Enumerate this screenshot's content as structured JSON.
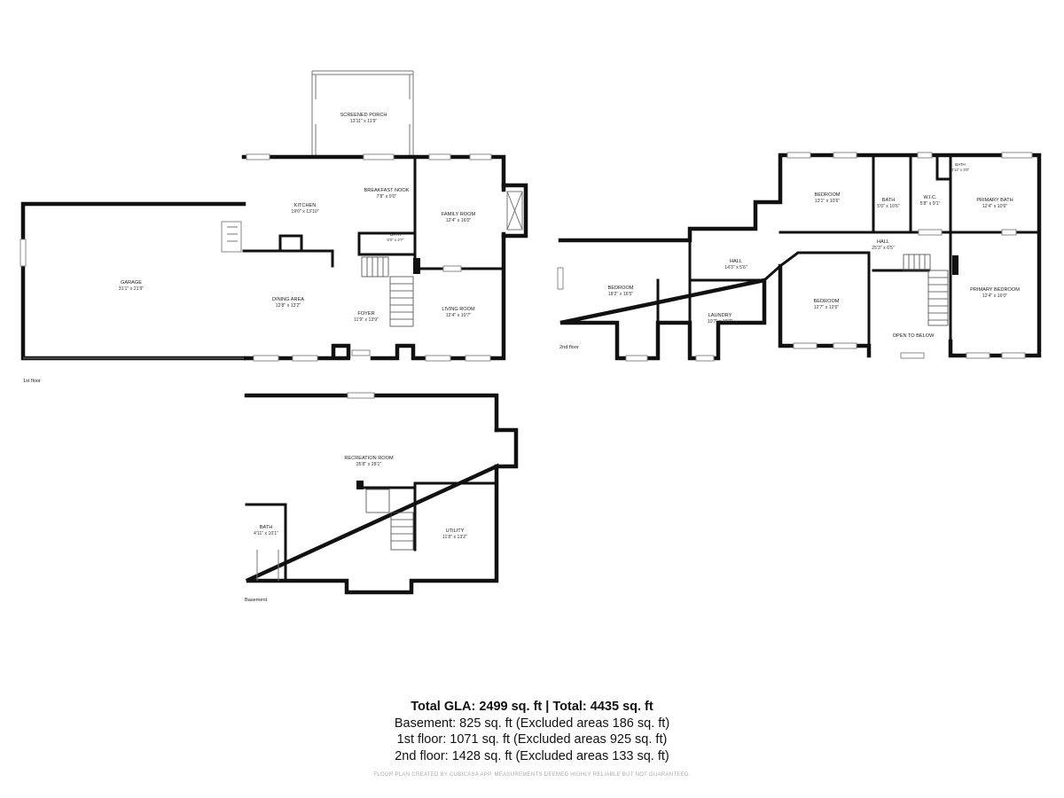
{
  "floors": {
    "first": {
      "label": "1st floor",
      "rooms": [
        {
          "key": "screened_porch",
          "name": "SCREENED PORCH",
          "dim": "13'11\" x 11'9\""
        },
        {
          "key": "kitchen",
          "name": "KITCHEN",
          "dim": "19'0\" x 13'10\""
        },
        {
          "key": "breakfast_nook",
          "name": "BREAKFAST NOOK",
          "dim": "7'8\" x 9'0\""
        },
        {
          "key": "family_room",
          "name": "FAMILY ROOM",
          "dim": "12'4\" x 16'0\""
        },
        {
          "key": "bath",
          "name": "BATH",
          "dim": "5'0\" x 4'7\""
        },
        {
          "key": "garage",
          "name": "GARAGE",
          "dim": "31'1\" x 21'9\""
        },
        {
          "key": "dining_area",
          "name": "DINING AREA",
          "dim": "12'8\" x 13'2\""
        },
        {
          "key": "foyer",
          "name": "FOYER",
          "dim": "11'9\" x 13'9\""
        },
        {
          "key": "living_room",
          "name": "LIVING ROOM",
          "dim": "12'4\" x 10'7\""
        }
      ]
    },
    "second": {
      "label": "2nd floor",
      "rooms": [
        {
          "key": "bedroom_a",
          "name": "BEDROOM",
          "dim": "13'1\" x 10'6\""
        },
        {
          "key": "bath_a",
          "name": "BATH",
          "dim": "5'0\" x 10'6\""
        },
        {
          "key": "wic",
          "name": "W.I.C.",
          "dim": "5'8\" x 9'1\""
        },
        {
          "key": "bath_b",
          "name": "BATH",
          "dim": "4'11\" x 3'5\""
        },
        {
          "key": "primary_bath",
          "name": "PRIMARY BATH",
          "dim": "12'4\" x 10'6\""
        },
        {
          "key": "hall_a",
          "name": "HALL",
          "dim": "25'3\" x 6'5\""
        },
        {
          "key": "hall_b",
          "name": "HALL",
          "dim": "14'3\" x 5'6\""
        },
        {
          "key": "bedroom_b",
          "name": "BEDROOM",
          "dim": "18'2\" x 16'5\""
        },
        {
          "key": "bedroom_c",
          "name": "BEDROOM",
          "dim": "12'7\" x 12'6\""
        },
        {
          "key": "primary_bedroom",
          "name": "PRIMARY BEDROOM",
          "dim": "12'4\" x 16'0\""
        },
        {
          "key": "laundry",
          "name": "LAUNDRY",
          "dim": "10'7\" x 10'7\""
        },
        {
          "key": "open_to_below",
          "name": "OPEN TO BELOW",
          "dim": ""
        }
      ]
    },
    "basement": {
      "label": "Basement",
      "rooms": [
        {
          "key": "recreation_room",
          "name": "RECREATION ROOM",
          "dim": "35'8\" x 28'1\""
        },
        {
          "key": "bath",
          "name": "BATH",
          "dim": "4'11\" x 10'1\""
        },
        {
          "key": "utility",
          "name": "UTILITY",
          "dim": "11'8\" x 13'2\""
        }
      ]
    }
  },
  "summary": {
    "total": "Total GLA: 2499 sq. ft | Total: 4435 sq. ft",
    "basement": "Basement: 825 sq. ft (Excluded areas 186 sq. ft)",
    "first": "1st floor: 1071 sq. ft (Excluded areas 925 sq. ft)",
    "second": "2nd floor: 1428 sq. ft (Excluded areas 133 sq. ft)"
  },
  "credit": "FLOOR PLAN CREATED BY CUBICASA APP. MEASUREMENTS DEEMED HIGHLY RELIABLE BUT NOT GUARANTEED."
}
